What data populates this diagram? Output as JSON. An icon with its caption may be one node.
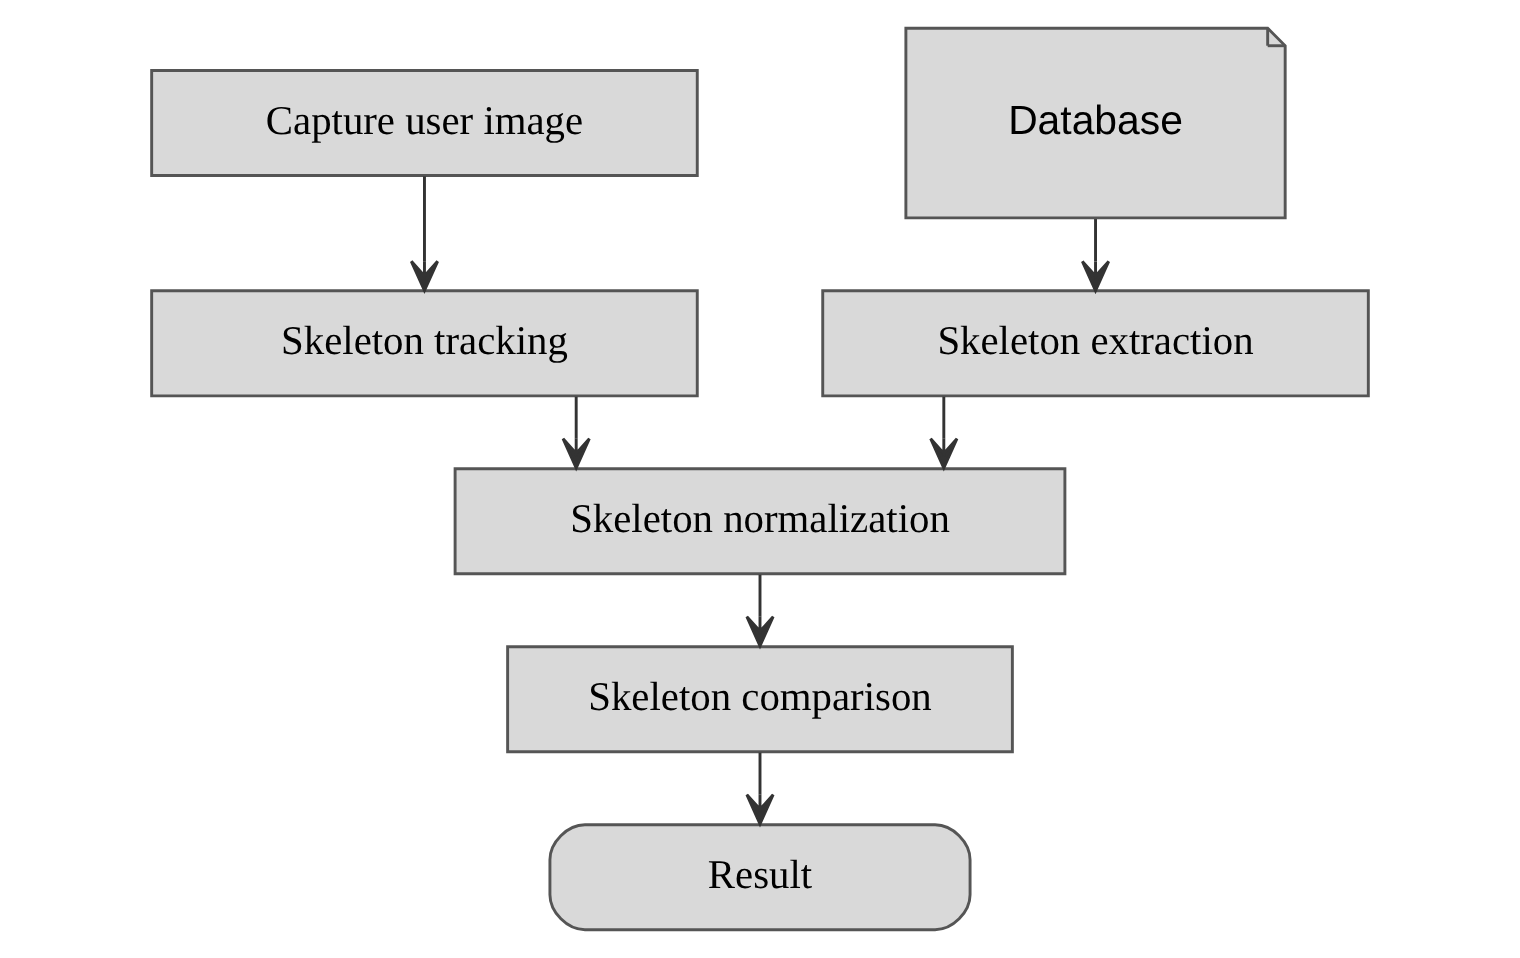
{
  "diagram": {
    "nodes": [
      {
        "text": [
          "Capture user image"
        ]
      },
      {
        "text": [
          "Database"
        ]
      },
      {
        "text": [
          "Skeleton tracking"
        ]
      },
      {
        "text": [
          "Skeleton extraction"
        ]
      },
      {
        "text": [
          "Skeleton normalization"
        ]
      },
      {
        "text": [
          "Skeleton comparison"
        ]
      },
      {
        "text": [
          "Result"
        ]
      }
    ],
    "edges": [
      {
        "from": 0,
        "to": 2,
        "arrow": "to"
      },
      {
        "from": 1,
        "to": 3,
        "arrow": "to"
      },
      {
        "from": 2,
        "to": 4,
        "arrow": "to"
      },
      {
        "from": 3,
        "to": 4,
        "arrow": "to"
      },
      {
        "from": 4,
        "to": 5,
        "arrow": "to"
      },
      {
        "from": 5,
        "to": 6,
        "arrow": "to"
      }
    ]
  }
}
